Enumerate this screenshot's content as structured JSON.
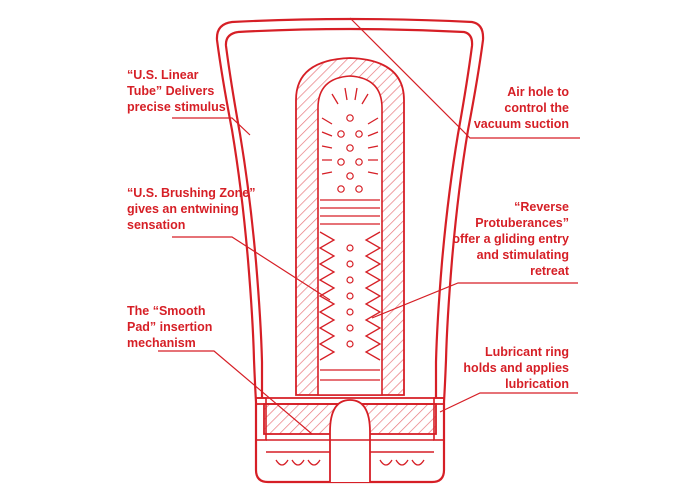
{
  "accent_color": "#d61f26",
  "hatch_color": "#e8767b",
  "callouts": {
    "linear_tube": "“U.S. Linear\nTube” Delivers\nprecise stimulus",
    "brushing_zone": "“U.S. Brushing Zone”\ngives an entwining\nsensation",
    "smooth_pad": "The “Smooth\nPad” insertion\nmechanism",
    "air_hole": "Air hole to\ncontrol the\nvacuum suction",
    "reverse_protuberances": "“Reverse\nProtuberances”\noffer a gliding entry\nand stimulating\nretreat",
    "lubricant_ring": "Lubricant ring\nholds and applies\nlubrication"
  }
}
